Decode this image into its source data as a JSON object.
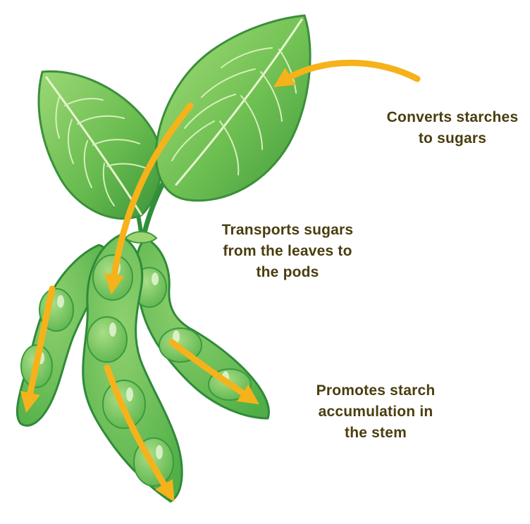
{
  "labels": {
    "leaf": [
      "Converts starches",
      "to sugars"
    ],
    "stem": [
      "Transports sugars",
      "from the leaves to",
      "the pods"
    ],
    "pods": [
      "Promotes starch",
      "accumulation in",
      "the stem"
    ]
  },
  "colors": {
    "leaf_light": "#8fd16a",
    "leaf_mid": "#5cb648",
    "leaf_dark": "#2f8a3a",
    "pod_fill": "#6bc25a",
    "pod_dark": "#3a9a3e",
    "arrow": "#f6b21a",
    "text": "#4a3d0f"
  }
}
